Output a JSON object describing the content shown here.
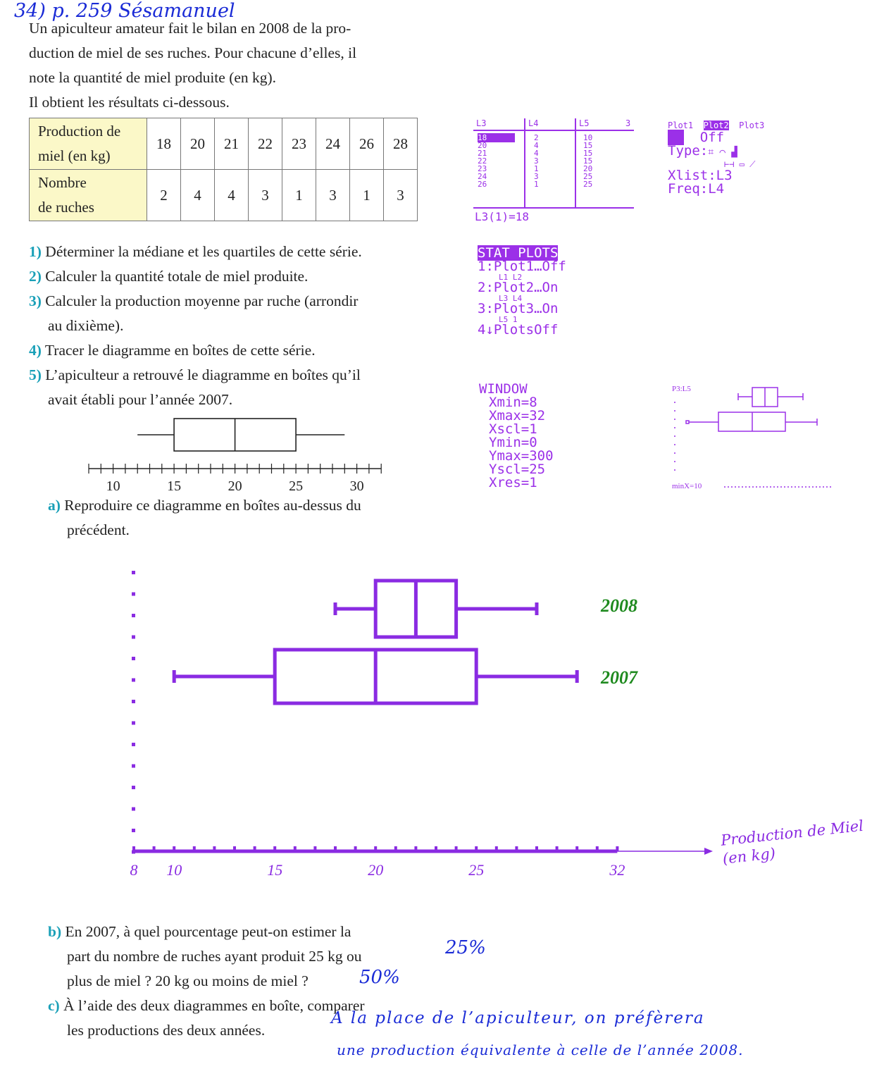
{
  "header": {
    "annotation": "34) p. 259 Sésamanuel"
  },
  "intro": [
    "Un apiculteur amateur fait le bilan en 2008 de la pro-",
    "duction de miel de ses ruches. Pour chacune d’elles, il",
    "note la quantité de miel produite (en kg).",
    "Il obtient les résultats ci-dessous."
  ],
  "table": {
    "row1_label": [
      "Production de",
      "miel (en kg)"
    ],
    "row2_label": [
      "Nombre",
      "de ruches"
    ],
    "production": [
      "18",
      "20",
      "21",
      "22",
      "23",
      "24",
      "26",
      "28"
    ],
    "ruches": [
      "2",
      "4",
      "4",
      "3",
      "1",
      "3",
      "1",
      "3"
    ]
  },
  "questions": {
    "q1": {
      "num": "1)",
      "text": "Déterminer la médiane et les quartiles de cette série."
    },
    "q2": {
      "num": "2)",
      "text": "Calculer la quantité totale de miel produite."
    },
    "q3": {
      "num": "3)",
      "line1": "Calculer la production moyenne par ruche (arrondir",
      "line2": "au dixième)."
    },
    "q4": {
      "num": "4)",
      "text": "Tracer le diagramme en boîtes de cette série."
    },
    "q5": {
      "num": "5)",
      "line1": "L’apiculteur a retrouvé le diagramme en boîtes qu’il",
      "line2": "avait établi pour l’année 2007."
    },
    "qa": {
      "num": "a)",
      "line1": "Reproduire ce diagramme en boîtes au-dessus du",
      "line2": "précédent."
    },
    "qb": {
      "num": "b)",
      "line1": "En 2007, à quel pourcentage peut-on estimer la",
      "line2": "part du nombre de ruches ayant produit 25 kg ou",
      "line3": "plus de miel ? 20 kg ou moins de miel ?"
    },
    "qc": {
      "num": "c)",
      "line1": "À l’aide des deux diagrammes en boîte, comparer",
      "line2": "les productions des deux années."
    }
  },
  "small_boxplot": {
    "min": 12,
    "q1": 15,
    "median": 20,
    "q3": 25,
    "max": 29,
    "axis_range": [
      8,
      32
    ],
    "tick_labels": [
      "10",
      "15",
      "20",
      "25",
      "30"
    ]
  },
  "calculator": {
    "lists": {
      "headers": [
        "L3",
        "L4",
        "L5"
      ],
      "corner": "3",
      "L3": [
        "18",
        "20",
        "21",
        "22",
        "23",
        "24",
        "26"
      ],
      "L4": [
        "2",
        "4",
        "4",
        "3",
        "1",
        "3",
        "1"
      ],
      "L5": [
        "10",
        "15",
        "15",
        "15",
        "20",
        "25",
        "25"
      ],
      "footer": "L3(1)=18"
    },
    "plot_setup": {
      "plots": [
        "Plot1",
        "Plot2",
        "Plot3"
      ],
      "on": "On",
      "off": "Off",
      "type": "Type:",
      "xlist": "Xlist:L3",
      "freq": "Freq:L4"
    },
    "stat_plots": {
      "title": "STAT PLOTS",
      "item1": "1:Plot1…Off",
      "item1_sub": "L1    L2",
      "item2": "2:Plot2…On",
      "item2_sub": "L3    L4",
      "item3": "3:Plot3…On",
      "item3_sub": "L5    1",
      "item4": "4↓PlotsOff"
    },
    "window": {
      "title": "WINDOW",
      "lines": [
        "Xmin=8",
        "Xmax=32",
        "Xscl=1",
        "Ymin=0",
        "Ymax=300",
        "Yscl=25",
        "Xres=1"
      ]
    },
    "graph": {
      "label_top": "P3:L5",
      "label_bottom": "minX=10"
    }
  },
  "chart_data": {
    "type": "boxplot",
    "x_range": [
      8,
      32
    ],
    "tick_labels": [
      "8",
      "10",
      "15",
      "20",
      "25",
      "32"
    ],
    "xlabel": "Production de Miel (en kg)",
    "series": [
      {
        "name": "2008",
        "min": 18,
        "q1": 20,
        "median": 22,
        "q3": 24,
        "max": 28,
        "color": "#8a2be2"
      },
      {
        "name": "2007",
        "min": 10,
        "q1": 15,
        "median": 20,
        "q3": 25,
        "max": 30,
        "color": "#8a2be2"
      }
    ]
  },
  "answers": {
    "b1": "25%",
    "b2": "50%",
    "c_line1": "A la place de l’apiculteur, on préfèrera",
    "c_line2": "une production équivalente à celle de l’année 2008."
  }
}
